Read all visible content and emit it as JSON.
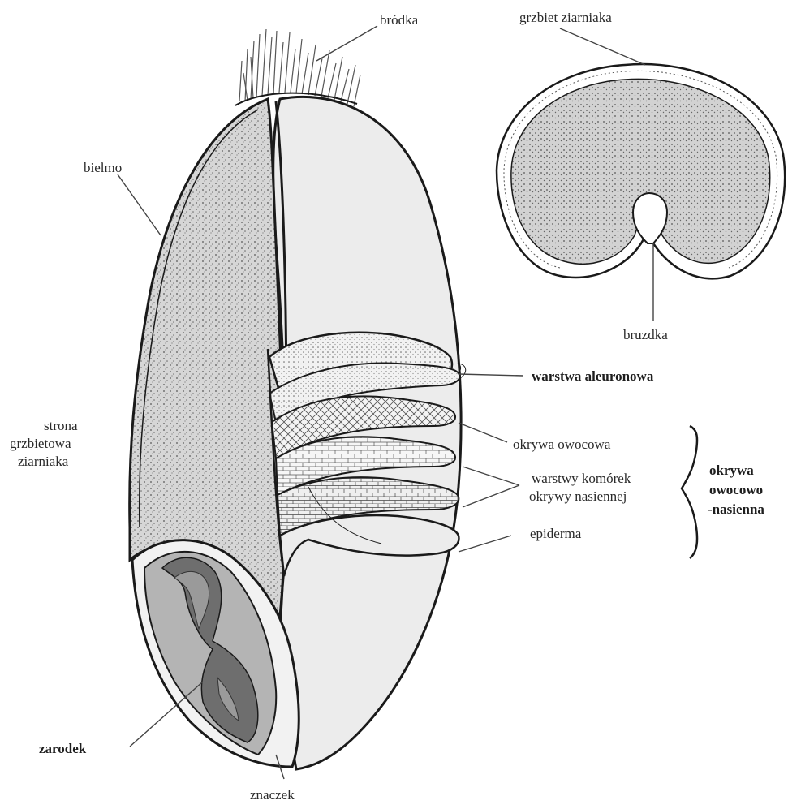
{
  "labels": {
    "brodka": "bródka",
    "grzbiet_ziarniaka": "grzbiet ziarniaka",
    "bielmo": "bielmo",
    "bruzdka": "bruzdka",
    "warstwa_aleuronowa": "warstwa aleuronowa",
    "okrywa_owocowa": "okrywa owocowa",
    "warstwy_komorek_line1": "warstwy komórek",
    "warstwy_komorek_line2": "okrywy nasiennej",
    "epiderma": "epiderma",
    "strona_line1": "strona",
    "strona_line2": "grzbietowa",
    "strona_line3": "ziarniaka",
    "okrywa_group_line1": "okrywa",
    "okrywa_group_line2": "owocowo",
    "okrywa_group_line3": "-nasienna",
    "zarodek": "zarodek",
    "znaczek": "znaczek"
  },
  "colors": {
    "outline": "#1a1a1a",
    "endosperm_fill": "#cfcfcf",
    "grain_fill": "#ececec",
    "embryo_dark": "#6e6e6e",
    "embryo_mid": "#9a9a9a",
    "background": "#ffffff"
  }
}
